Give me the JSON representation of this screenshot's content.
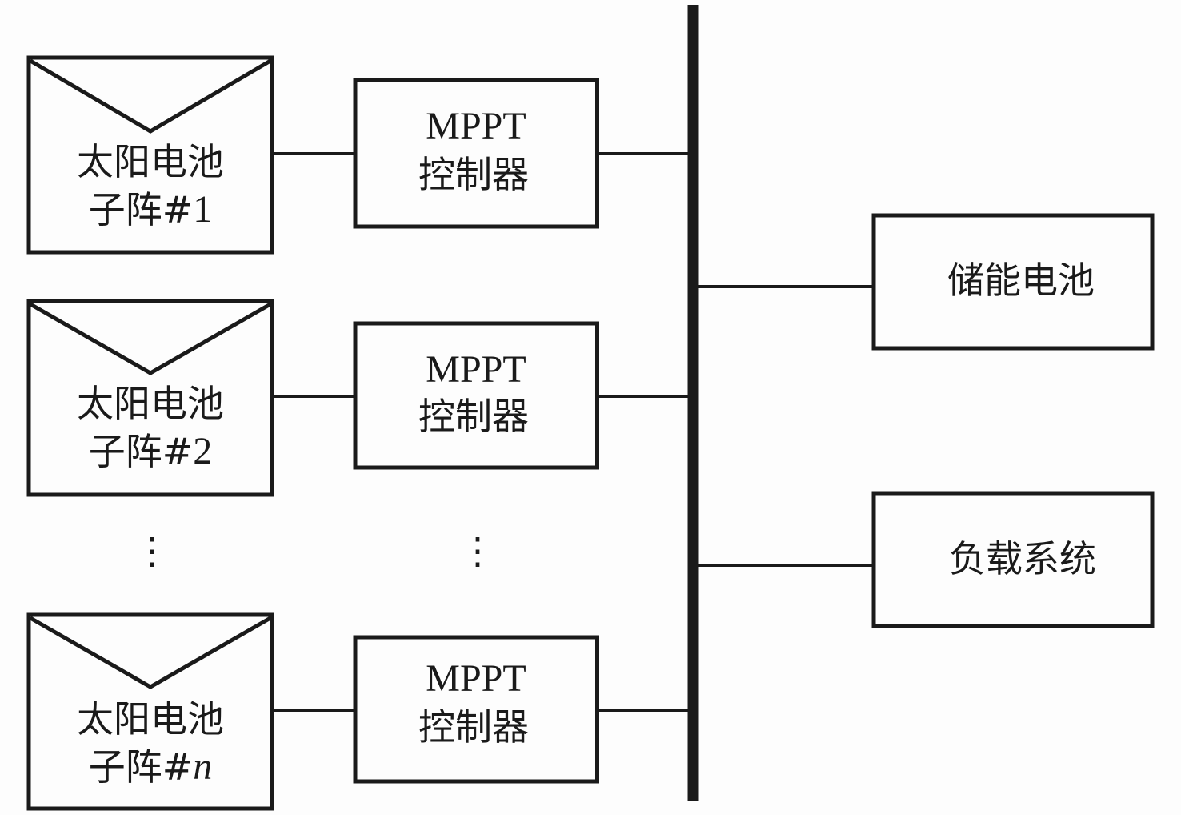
{
  "solar_arrays": [
    {
      "line1": "太阳电池",
      "line2_prefix": "子阵#",
      "line2_index": "1",
      "index_italic": false
    },
    {
      "line1": "太阳电池",
      "line2_prefix": "子阵#",
      "line2_index": "2",
      "index_italic": false
    },
    {
      "line1": "太阳电池",
      "line2_prefix": "子阵#",
      "line2_index": "n",
      "index_italic": true
    }
  ],
  "controllers": [
    {
      "line1": "MPPT",
      "line2": "控制器"
    },
    {
      "line1": "MPPT",
      "line2": "控制器"
    },
    {
      "line1": "MPPT",
      "line2": "控制器"
    }
  ],
  "storage_battery": {
    "label": "储能电池"
  },
  "load_system": {
    "label": "负载系统"
  },
  "ellipsis": "⋮",
  "colors": {
    "line": "#1a1a1a",
    "background": "#fdfdfd"
  }
}
